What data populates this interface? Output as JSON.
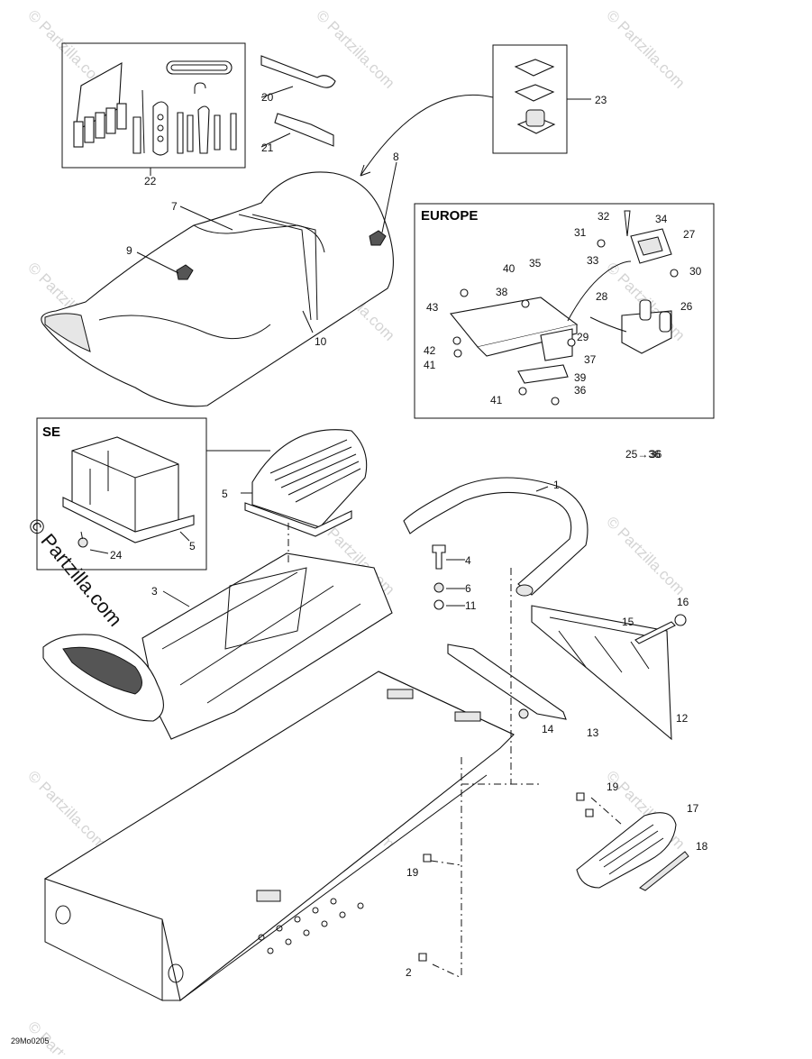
{
  "diagram": {
    "drawing_code": "29Mo0205",
    "range_note": "25→36",
    "copyright": "© Partzilla.com",
    "watermark": "© Partzilla.com",
    "boxes": {
      "europe": "EUROPE",
      "se": "SE"
    },
    "callouts": [
      "1",
      "2",
      "3",
      "4",
      "5",
      "5",
      "6",
      "7",
      "8",
      "9",
      "10",
      "11",
      "12",
      "13",
      "14",
      "15",
      "16",
      "17",
      "18",
      "19",
      "19",
      "20",
      "21",
      "22",
      "23",
      "24",
      "26",
      "27",
      "28",
      "29",
      "30",
      "31",
      "32",
      "33",
      "34",
      "35",
      "36",
      "36",
      "37",
      "38",
      "39",
      "40",
      "41",
      "41",
      "42",
      "43"
    ]
  }
}
